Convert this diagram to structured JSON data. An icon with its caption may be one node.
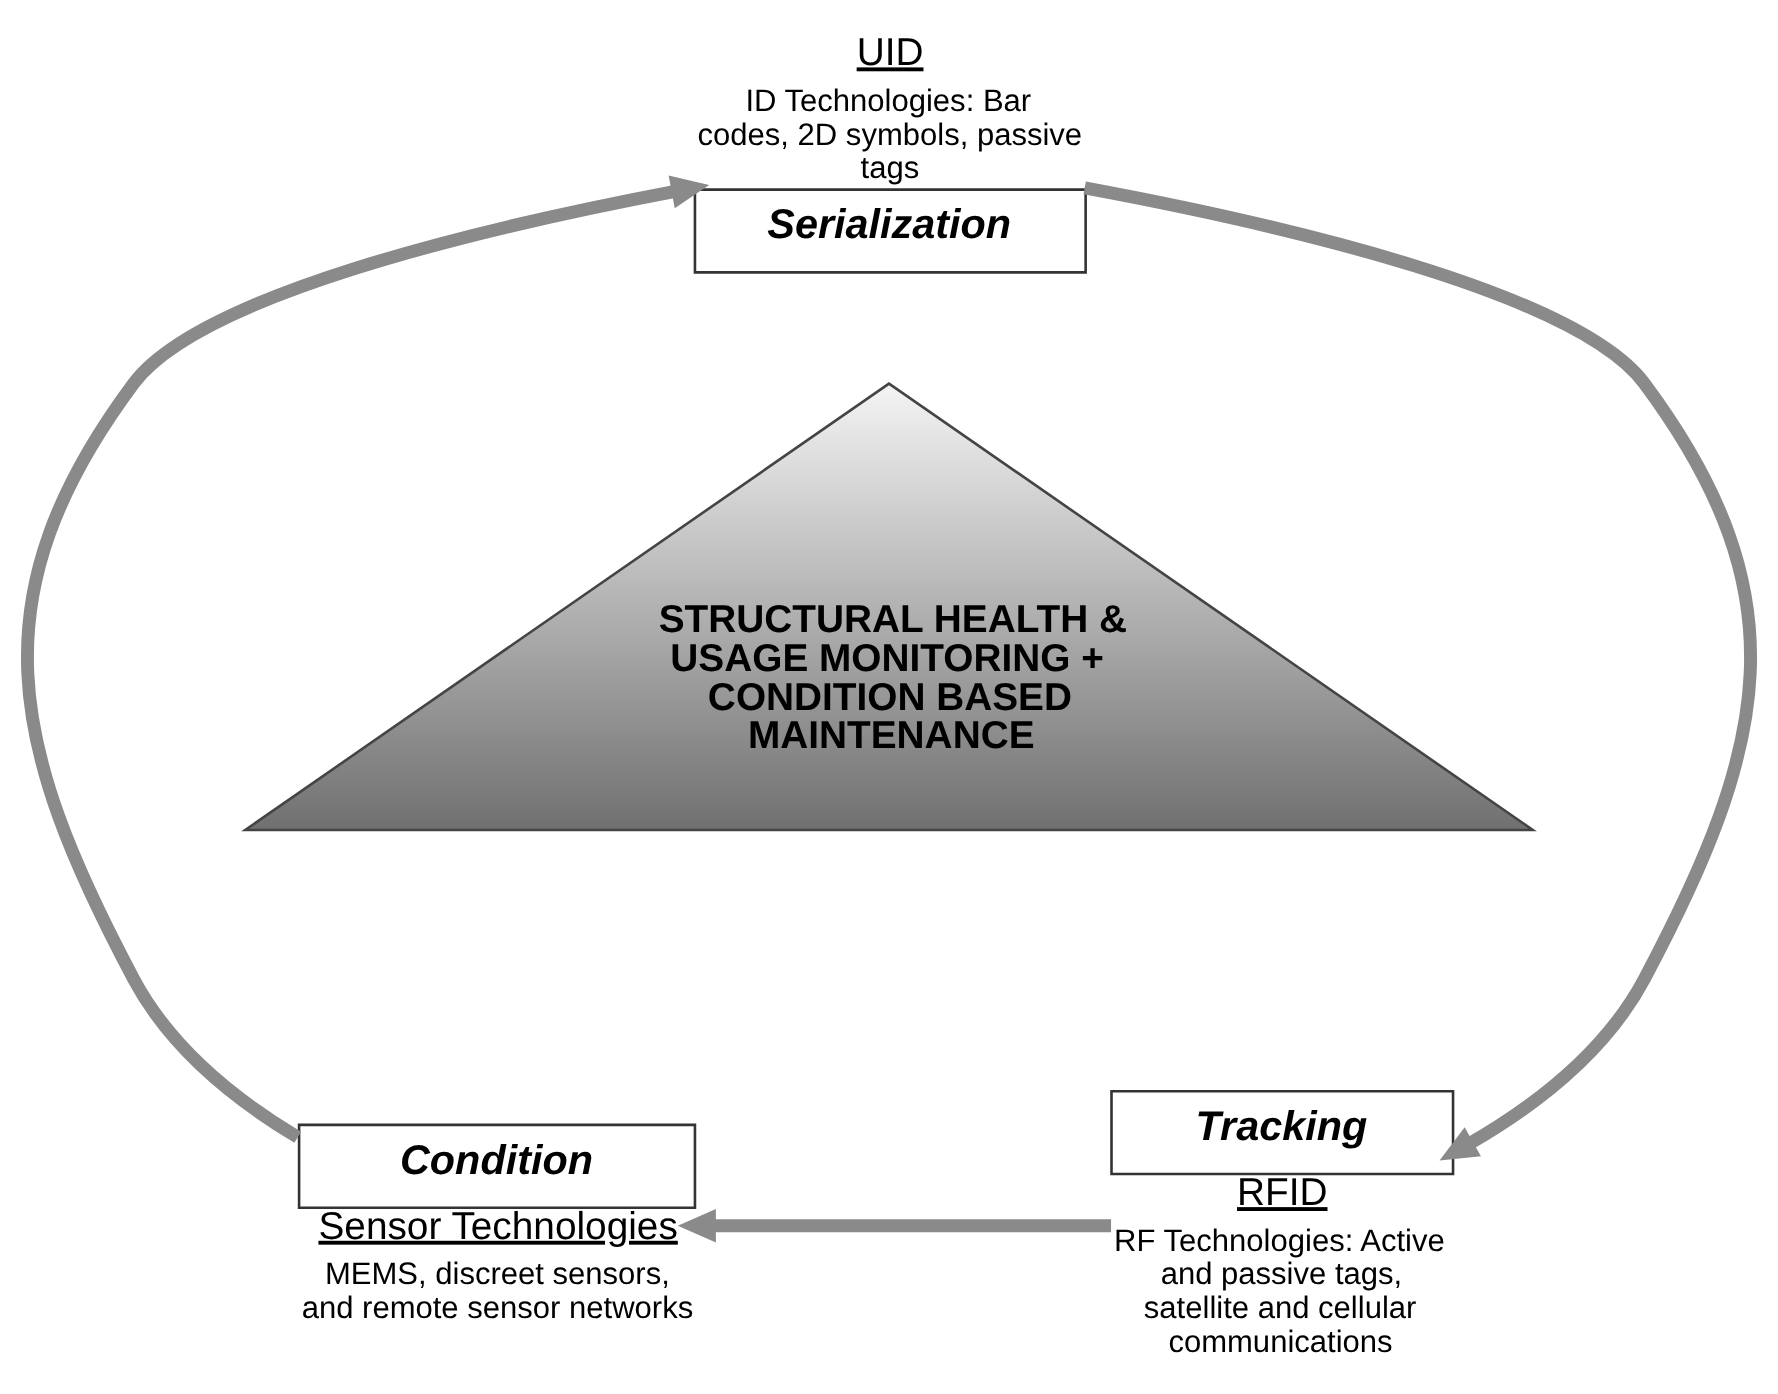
{
  "diagram": {
    "nodes": [
      {
        "text": [
          "Serialization"
        ],
        "beside": [
          "UID",
          "ID Technologies: Bar codes, 2D symbols, passive tags"
        ]
      },
      {
        "text": [
          "STRUCTURAL HEALTH & USAGE MONITORING + CONDITION BASED MAINTENANCE"
        ]
      },
      {
        "text": [
          "Condition"
        ],
        "beside": [
          "Sensor Technologies",
          "MEMS, discreet sensors, and remote sensor networks"
        ]
      },
      {
        "text": [
          "Tracking"
        ],
        "beside": [
          "RFID",
          "RF Technologies: Active and passive tags, satellite and cellular communications"
        ]
      }
    ],
    "edges": [
      {
        "from": 0,
        "to": 3,
        "arrow": "to"
      },
      {
        "from": 3,
        "to": 2,
        "arrow": "to"
      },
      {
        "from": 2,
        "to": 0,
        "arrow": "to"
      }
    ]
  }
}
